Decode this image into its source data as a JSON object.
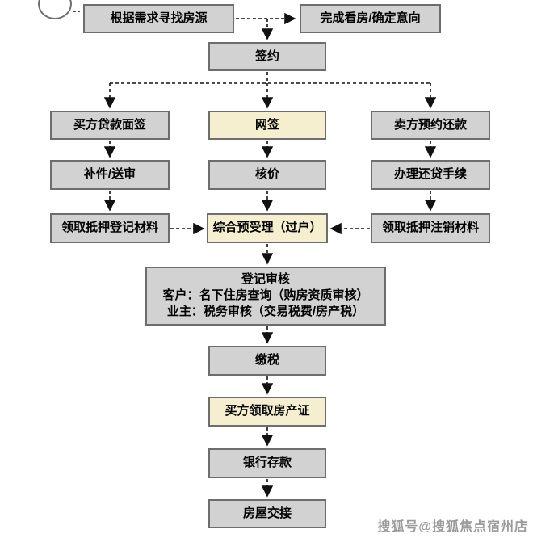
{
  "watermark": "搜狐号@搜狐焦点宿州店",
  "colors": {
    "box_gray": "#d2d2d2",
    "box_yellow": "#f5efcf",
    "box_border": "#6d6d6d",
    "arrow": "#111111",
    "watermark_gray": "#9a9a9a"
  },
  "nodes": {
    "find_listing": {
      "label": "根据需求寻找房源"
    },
    "confirm_intent": {
      "label": "完成看房/确定意向"
    },
    "sign_contract": {
      "label": "签约"
    },
    "buyer_loan_signing": {
      "label": "买方贷款面签"
    },
    "online_signing": {
      "label": "网签"
    },
    "seller_repay_appointment": {
      "label": "卖方预约还款"
    },
    "supplement_review": {
      "label": "补件/送审"
    },
    "price_verification": {
      "label": "核价"
    },
    "loan_repayment_procedure": {
      "label": "办理还贷手续"
    },
    "mortgage_registration_materials": {
      "label": "领取抵押登记材料"
    },
    "pre_acceptance_transfer": {
      "label": "综合预受理（过户）"
    },
    "mortgage_cancellation_materials": {
      "label": "领取抵押注销材料"
    },
    "registration_review": {
      "title": "登记审核",
      "customer_line": "客户：名下住房查询（购房资质审核）",
      "owner_line": "业主：税务审核（交易税费/房产税）"
    },
    "pay_tax": {
      "label": "缴税"
    },
    "buyer_receive_certificate": {
      "label": "买方领取房产证"
    },
    "bank_deposit": {
      "label": "银行存款"
    },
    "house_handover": {
      "label": "房屋交接"
    }
  }
}
